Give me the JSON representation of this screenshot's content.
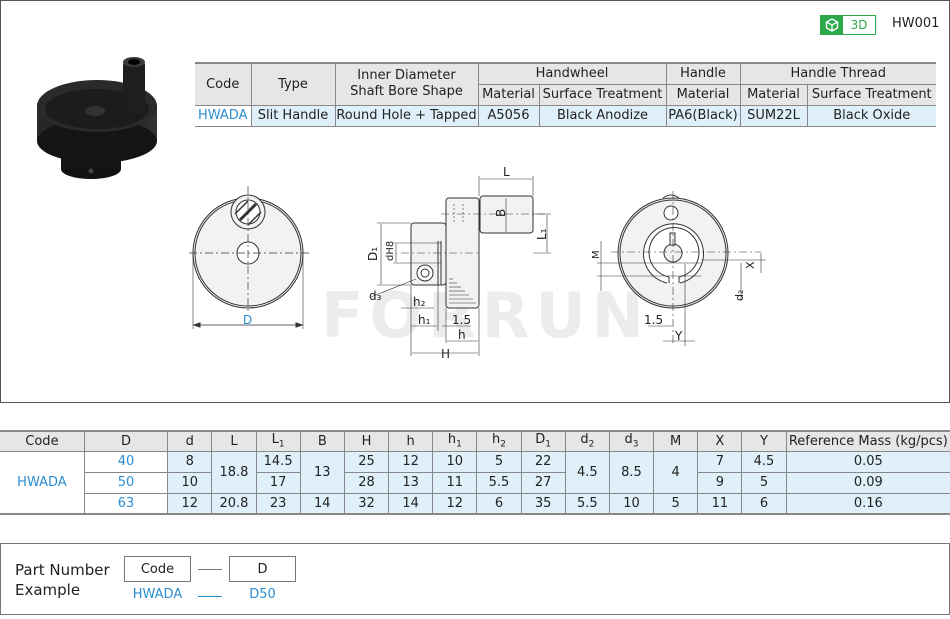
{
  "header": {
    "badge_3d_label": "3D",
    "series_code": "HW001",
    "accent_green": "#2aa84a",
    "link_blue": "#2b8ed0"
  },
  "product_image": {
    "alt": "Black hand wheel with revolving handle"
  },
  "spec_table": {
    "headers": {
      "code": "Code",
      "type": "Type",
      "inner_diameter_line1": "Inner Diameter",
      "inner_diameter_line2": "Shaft Bore Shape",
      "handwheel": "Handwheel",
      "handle": "Handle",
      "handle_thread": "Handle Thread",
      "material": "Material",
      "surface_treatment": "Surface Treatment"
    },
    "row": {
      "code": "HWADA",
      "type": "Slit Handle",
      "bore_shape": "Round Hole + Tapped",
      "handwheel_material": "A5056",
      "handwheel_surface": "Black Anodize",
      "handle_material": "PA6(Black)",
      "thread_material": "SUM22L",
      "thread_surface": "Black Oxide"
    }
  },
  "drawing": {
    "labels": {
      "D": "D",
      "L": "L",
      "B": "B",
      "L1": "L",
      "L1_sub": "1",
      "D1": "D",
      "D1_sub": "1",
      "dH8": "d",
      "dH8_sub": "H8",
      "d3": "d",
      "d3_sub": "3",
      "h2": "h",
      "h2_sub": "2",
      "h1": "h",
      "h1_sub": "1",
      "gap": "1.5",
      "h": "h",
      "H": "H",
      "M": "M",
      "X": "X",
      "d2": "d",
      "d2_sub": "2",
      "Y": "Y",
      "gap2": "1.5"
    },
    "watermark": "FORRUN"
  },
  "dim_table": {
    "headers": [
      "Code",
      "D",
      "d",
      "L",
      "L1",
      "B",
      "H",
      "h",
      "h1",
      "h2",
      "D1",
      "d2",
      "d3",
      "M",
      "X",
      "Y",
      "Reference Mass (kg/pcs)"
    ],
    "header_main": {
      "L1": "L",
      "h1": "h",
      "h2": "h",
      "D1": "D",
      "d2": "d",
      "d3": "d"
    },
    "header_sub": {
      "L1": "1",
      "h1": "1",
      "h2": "2",
      "D1": "1",
      "d2": "2",
      "d3": "3"
    },
    "code": "HWADA",
    "rows": [
      {
        "D": "40",
        "d": "8",
        "L": "18.8",
        "L1": "14.5",
        "B": "13",
        "H": "25",
        "h": "12",
        "h1": "10",
        "h2": "5",
        "D1": "22",
        "d2": "4.5",
        "d3": "8.5",
        "M": "4",
        "X": "7",
        "Y": "4.5",
        "mass": "0.05"
      },
      {
        "D": "50",
        "d": "10",
        "L": "18.8",
        "L1": "17",
        "B": "13",
        "H": "28",
        "h": "13",
        "h1": "11",
        "h2": "5.5",
        "D1": "27",
        "d2": "4.5",
        "d3": "8.5",
        "M": "4",
        "X": "9",
        "Y": "5",
        "mass": "0.09"
      },
      {
        "D": "63",
        "d": "12",
        "L": "20.8",
        "L1": "23",
        "B": "14",
        "H": "32",
        "h": "14",
        "h1": "12",
        "h2": "6",
        "D1": "35",
        "d2": "5.5",
        "d3": "10",
        "M": "5",
        "X": "11",
        "Y": "6",
        "mass": "0.16"
      }
    ]
  },
  "part_number": {
    "label_line1": "Part Number",
    "label_line2": "Example",
    "field_code": "Code",
    "field_d": "D",
    "example_code": "HWADA",
    "example_d": "D50"
  }
}
